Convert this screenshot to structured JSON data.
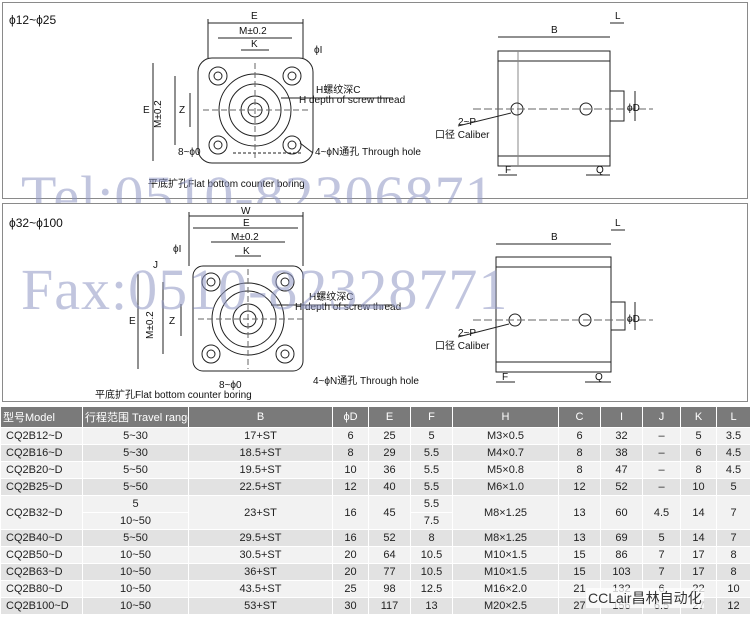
{
  "panel1": {
    "section": "ϕ12~ϕ25",
    "front": {
      "E": "E",
      "M": "M±0.2",
      "K": "K",
      "I": "ϕI",
      "Z": "Z",
      "E_side": "E",
      "M_side": "M±0.2",
      "B0": "8~ϕ0",
      "N": "4~ϕN通孔 Through hole",
      "H1": "H螺纹深C",
      "H2": "H depth of screw thread",
      "counter": "平底扩孔Flat bottom counter boring"
    },
    "side": {
      "B": "B",
      "L": "L",
      "D": "ϕD",
      "P": "2~P",
      "caliber": "口径 Caliber",
      "F": "F",
      "Q": "Q"
    }
  },
  "panel2": {
    "section": "ϕ32~ϕ100",
    "front": {
      "W": "W",
      "E": "E",
      "M": "M±0.2",
      "I": "ϕI",
      "J": "J",
      "K": "K",
      "Z": "Z",
      "E_side": "E",
      "M_side": "M±0.2",
      "B0": "8~ϕ0",
      "N": "4~ϕN通孔 Through hole",
      "H1": "H螺纹深C",
      "H2": "H depth of screw thread",
      "counter": "平底扩孔Flat bottom counter boring"
    },
    "side": {
      "B": "B",
      "L": "L",
      "D": "ϕD",
      "P": "2~P",
      "caliber": "口径 Caliber",
      "F": "F",
      "Q": "Q"
    }
  },
  "watermarks": {
    "tel": "Tel:0510-82306871",
    "fax": "Fax:0510-82328771"
  },
  "table": {
    "headers": [
      "型号Model",
      "行程范围 Travel range",
      "B",
      "ϕD",
      "E",
      "F",
      "H",
      "C",
      "I",
      "J",
      "K",
      "L"
    ],
    "rows": [
      [
        "CQ2B12~D",
        "5~30",
        "17+ST",
        "6",
        "25",
        "5",
        "M3×0.5",
        "6",
        "32",
        "–",
        "5",
        "3.5"
      ],
      [
        "CQ2B16~D",
        "5~30",
        "18.5+ST",
        "8",
        "29",
        "5.5",
        "M4×0.7",
        "8",
        "38",
        "–",
        "6",
        "4.5"
      ],
      [
        "CQ2B20~D",
        "5~50",
        "19.5+ST",
        "10",
        "36",
        "5.5",
        "M5×0.8",
        "8",
        "47",
        "–",
        "8",
        "4.5"
      ],
      [
        "CQ2B25~D",
        "5~50",
        "22.5+ST",
        "12",
        "40",
        "5.5",
        "M6×1.0",
        "12",
        "52",
        "–",
        "10",
        "5"
      ],
      [
        "CQ2B32~D",
        "5",
        "23+ST",
        "16",
        "45",
        "5.5",
        "M8×1.25",
        "13",
        "60",
        "4.5",
        "14",
        "7"
      ],
      [
        "CQ2B40~D",
        "5~50",
        "29.5+ST",
        "16",
        "52",
        "8",
        "M8×1.25",
        "13",
        "69",
        "5",
        "14",
        "7"
      ],
      [
        "CQ2B50~D",
        "10~50",
        "30.5+ST",
        "20",
        "64",
        "10.5",
        "M10×1.5",
        "15",
        "86",
        "7",
        "17",
        "8"
      ],
      [
        "CQ2B63~D",
        "10~50",
        "36+ST",
        "20",
        "77",
        "10.5",
        "M10×1.5",
        "15",
        "103",
        "7",
        "17",
        "8"
      ],
      [
        "CQ2B80~D",
        "10~50",
        "43.5+ST",
        "25",
        "98",
        "12.5",
        "M16×2.0",
        "21",
        "132",
        "6",
        "22",
        "10"
      ],
      [
        "CQ2B100~D",
        "10~50",
        "53+ST",
        "30",
        "117",
        "13",
        "M20×2.5",
        "27",
        "156",
        "6.5",
        "27",
        "12"
      ]
    ],
    "row5_extra": {
      "travel": "10~50",
      "F": "7.5"
    }
  },
  "brand": "CCLair昌林自动化"
}
